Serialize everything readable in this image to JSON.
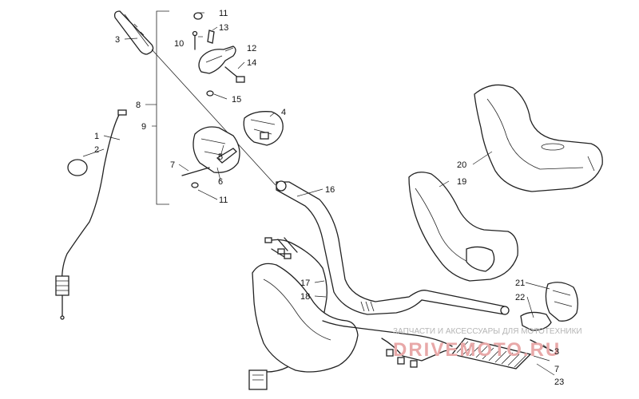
{
  "watermark": {
    "caption": "ЗАПЧАСТИ И АКСЕССУАРЫ ДЛЯ МОТОТЕХНИКИ",
    "brand": "DRIVEMOTO.RU"
  },
  "labels": {
    "c1": "1",
    "c2": "2",
    "c3": "3",
    "c3b": "3",
    "c4": "4",
    "c5": "5",
    "c6": "6",
    "c7": "7",
    "c7b": "7",
    "c8": "8",
    "c9": "9",
    "c10": "10",
    "c11": "11",
    "c11b": "11",
    "c12": "12",
    "c13": "13",
    "c14": "14",
    "c15": "15",
    "c16": "16",
    "c17": "17",
    "c18": "18",
    "c19": "19",
    "c20": "20",
    "c21": "21",
    "c22": "22",
    "c23": "23"
  }
}
